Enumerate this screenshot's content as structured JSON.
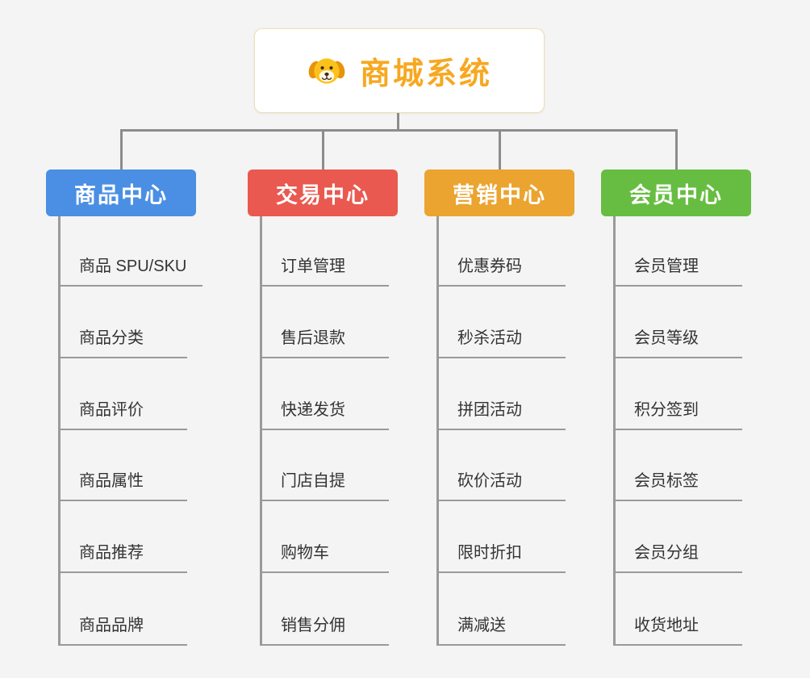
{
  "page": {
    "background": "#f4f4f4",
    "connector_color": "#8c8c8c"
  },
  "root": {
    "title": "商城系统",
    "icon": "dog-icon",
    "accent_color": "#f7a821"
  },
  "branches": [
    {
      "label": "商品中心",
      "color": "#4a8fe4",
      "items": [
        "商品 SPU/SKU",
        "商品分类",
        "商品评价",
        "商品属性",
        "商品推荐",
        "商品品牌"
      ]
    },
    {
      "label": "交易中心",
      "color": "#e9594f",
      "items": [
        "订单管理",
        "售后退款",
        "快递发货",
        "门店自提",
        "购物车",
        "销售分佣"
      ]
    },
    {
      "label": "营销中心",
      "color": "#eba42f",
      "items": [
        "优惠券码",
        "秒杀活动",
        "拼团活动",
        "砍价活动",
        "限时折扣",
        "满减送"
      ]
    },
    {
      "label": "会员中心",
      "color": "#67bd41",
      "items": [
        "会员管理",
        "会员等级",
        "积分签到",
        "会员标签",
        "会员分组",
        "收货地址"
      ]
    }
  ]
}
